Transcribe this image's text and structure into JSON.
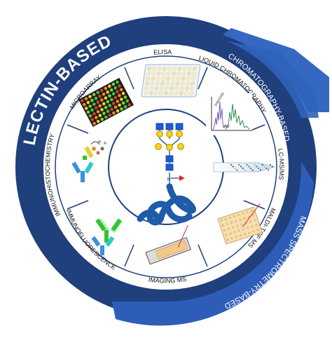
{
  "colors": {
    "lectin_ring": "#1f3f7d",
    "chrom_band": "#3568c0",
    "ms_band": "#2d5db8",
    "inner_ring": "#ffffff",
    "divider": "#1f3f7d",
    "glycan_blue": "#1e5bd6",
    "glycan_yellow": "#f5d21a",
    "glycan_fucose": "#d62828",
    "protein_blue": "#1e5ba8"
  },
  "outer_labels": {
    "lectin": "LECTIN-BASED",
    "chromatography": "CHROMATOGRAPHY-BASED",
    "mass_spec": "MASS SPECTROMETRY-BASED"
  },
  "segments": [
    {
      "key": "elisa",
      "label": "ELISA",
      "icon": "microplate-icon"
    },
    {
      "key": "lc",
      "label": "LIQUID CHROMATOGRAPHY",
      "icon": "chromatogram-icon"
    },
    {
      "key": "lcmsms",
      "label": "LC-MS/MS",
      "icon": "capillary-column-icon"
    },
    {
      "key": "maldi",
      "label": "MALDI-TOF MS",
      "icon": "maldi-plate-icon"
    },
    {
      "key": "imaging",
      "label": "IMAGING MS",
      "icon": "tissue-slide-icon"
    },
    {
      "key": "if",
      "label": "IMMUNOFLUORESCENCE",
      "icon": "fluorescent-antibody-icon"
    },
    {
      "key": "ihc",
      "label": "IMMUNOHISTOCHEMISTRY",
      "icon": "antibody-enzyme-icon"
    },
    {
      "key": "microarray",
      "label": "MICROARRAY",
      "icon": "lectin-microarray-icon"
    }
  ],
  "chromatogram": {
    "ylabel": "Intensity",
    "xlabel": "m/z"
  },
  "center": {
    "icon": "glycoprotein-icon",
    "linkage_label": "N"
  }
}
